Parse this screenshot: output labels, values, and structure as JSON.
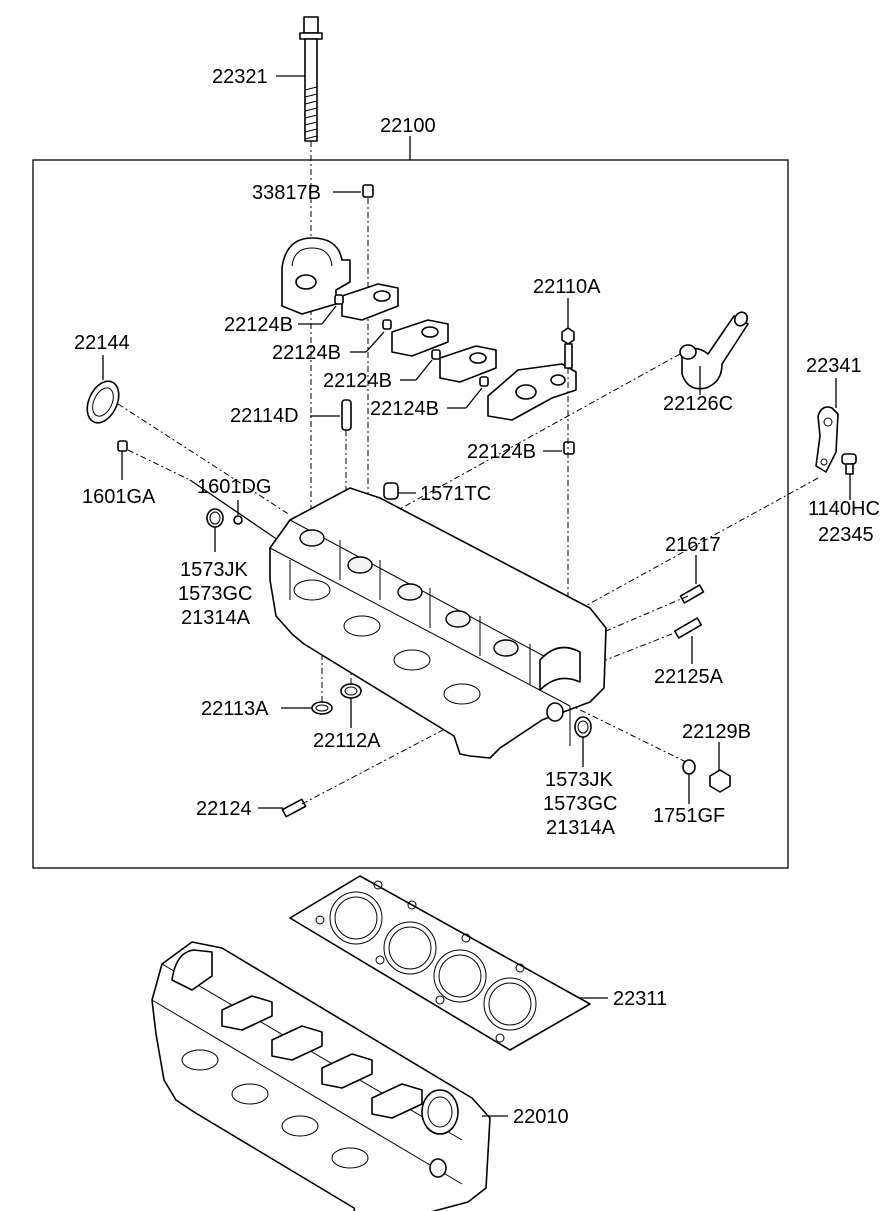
{
  "labels": {
    "p22321": "22321",
    "p22100": "22100",
    "p33817B": "33817B",
    "p22124B_1": "22124B",
    "p22124B_2": "22124B",
    "p22124B_3": "22124B",
    "p22124B_4": "22124B",
    "p22124B_5": "22124B",
    "p22110A": "22110A",
    "p22144": "22144",
    "p22114D": "22114D",
    "p22126C": "22126C",
    "p22341": "22341",
    "p1601GA": "1601GA",
    "p1601DG": "1601DG",
    "p1571TC": "1571TC",
    "p1140HC": "1140HC",
    "p22345": "22345",
    "p1573JK_a": "1573JK",
    "p1573GC_a": "1573GC",
    "p21314A_a": "21314A",
    "p21617": "21617",
    "p22125A": "22125A",
    "p22113A": "22113A",
    "p22112A": "22112A",
    "p22129B": "22129B",
    "p1573JK_b": "1573JK",
    "p1573GC_b": "1573GC",
    "p21314A_b": "21314A",
    "p1751GF": "1751GF",
    "p22124": "22124",
    "p22311": "22311",
    "p22010": "22010"
  },
  "icons": {
    "cylinder_head": "cylinder-head-icon",
    "head_gasket": "head-gasket-icon",
    "bolt": "bolt-icon",
    "cam_cap": "cam-cap-icon"
  }
}
